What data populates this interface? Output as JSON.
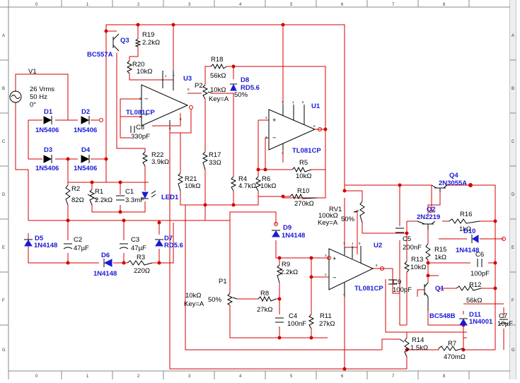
{
  "colors": {
    "wire": "#d40000",
    "component": "#000000",
    "label": "#1a1ad6",
    "frame": "#555555",
    "background": "#ffffff"
  },
  "frame": {
    "columns": [
      "0",
      "1",
      "2",
      "3",
      "4",
      "5",
      "6",
      "7",
      "8"
    ],
    "rows": [
      "A",
      "B",
      "C",
      "D",
      "E",
      "F",
      "G"
    ]
  },
  "parts": {
    "v1": {
      "ref": "V1",
      "l1": "26 Vrms",
      "l2": "50 Hz",
      "l3": "0°"
    },
    "d1": {
      "ref": "D1",
      "val": "1N5406"
    },
    "d2": {
      "ref": "D2",
      "val": "1N5406"
    },
    "d3": {
      "ref": "D3",
      "val": "1N5406"
    },
    "d4": {
      "ref": "D4",
      "val": "1N5406"
    },
    "q3": {
      "ref": "Q3",
      "val": "BC557A"
    },
    "r19": {
      "ref": "R19",
      "val": "2.2kΩ"
    },
    "r20": {
      "ref": "R20",
      "val": "10kΩ"
    },
    "u3": {
      "ref": "U3",
      "val": "TL081CP"
    },
    "c8": {
      "ref": "C8",
      "val": "330pF"
    },
    "r18": {
      "ref": "R18",
      "val": "56kΩ"
    },
    "p2": {
      "ref": "P2",
      "val": "10kΩ",
      "pct": "50%",
      "key": "Key=A"
    },
    "d8": {
      "ref": "D8",
      "val": "RD5.6"
    },
    "u1": {
      "ref": "U1",
      "val": "TL081CP"
    },
    "r22": {
      "ref": "R22",
      "val": "3.9kΩ"
    },
    "r17": {
      "ref": "R17",
      "val": "33Ω"
    },
    "r21": {
      "ref": "R21",
      "val": "10kΩ"
    },
    "r4": {
      "ref": "R4",
      "val": "4.7kΩ"
    },
    "r6": {
      "ref": "R6",
      "val": "10kΩ"
    },
    "r5": {
      "ref": "R5",
      "val": "10kΩ"
    },
    "r10": {
      "ref": "R10",
      "val": "270kΩ"
    },
    "r2": {
      "ref": "R2",
      "val": "82Ω"
    },
    "r1": {
      "ref": "R1",
      "val": "2.2kΩ"
    },
    "c1": {
      "ref": "C1",
      "val": "3.3mF"
    },
    "led1": {
      "ref": "LED1"
    },
    "q4": {
      "ref": "Q4",
      "val": "2N3055A"
    },
    "q2": {
      "ref": "Q2",
      "val": "2N2219"
    },
    "r16": {
      "ref": "R16",
      "val": "1kΩ"
    },
    "d10": {
      "ref": "D10",
      "val": "1N4148"
    },
    "rv1": {
      "ref": "RV1",
      "val": "100kΩ",
      "key": "Key=A",
      "pct": "50%"
    },
    "d5": {
      "ref": "D5",
      "val": "1N4148"
    },
    "c2": {
      "ref": "C2",
      "val": "47µF"
    },
    "c3": {
      "ref": "C3",
      "val": "47µF"
    },
    "d7": {
      "ref": "D7",
      "val": "RD5.6"
    },
    "d6": {
      "ref": "D6",
      "val": "1N4148"
    },
    "r3": {
      "ref": "R3",
      "val": "220Ω"
    },
    "d9": {
      "ref": "D9",
      "val": "1N4148"
    },
    "u2": {
      "ref": "U2",
      "val": "TL081CP"
    },
    "c5": {
      "ref": "C5",
      "val": "200nF"
    },
    "r15": {
      "ref": "R15",
      "val": "1kΩ"
    },
    "r13": {
      "ref": "R13",
      "val": "10kΩ"
    },
    "c6": {
      "ref": "C6",
      "val": "100pF"
    },
    "r9": {
      "ref": "R9",
      "val": "2.2kΩ"
    },
    "c9": {
      "ref": "C9",
      "val": "100pF"
    },
    "q1": {
      "ref": "Q1",
      "val": "BC548B"
    },
    "r12": {
      "ref": "R12",
      "val": "56kΩ"
    },
    "p1": {
      "ref": "P1",
      "val": "10kΩ",
      "key": "Key=A",
      "pct": "50%"
    },
    "r8": {
      "ref": "R8",
      "val": "27kΩ"
    },
    "c4": {
      "ref": "C4",
      "val": "100nF"
    },
    "r11": {
      "ref": "R11",
      "val": "27kΩ"
    },
    "d11": {
      "ref": "D11",
      "val": "1N4001"
    },
    "c7": {
      "ref": "C7",
      "val": "10µF"
    },
    "r14": {
      "ref": "R14",
      "val": "1.5kΩ"
    },
    "r7": {
      "ref": "R7",
      "val": "470mΩ"
    }
  },
  "pins": {
    "u3": {
      "p2": "2",
      "p3": "3",
      "p4": "4",
      "p5": "5",
      "p6": "6",
      "p7": "7",
      "p1": "1"
    },
    "u1": {
      "p2": "2",
      "p3": "3",
      "p4": "4",
      "p5": "5",
      "p6": "6",
      "p7": "7",
      "p1": "1"
    },
    "u2": {
      "p2": "2",
      "p3": "3",
      "p4": "4",
      "p5": "5",
      "p6": "6",
      "p7": "7",
      "p1": "1"
    }
  }
}
